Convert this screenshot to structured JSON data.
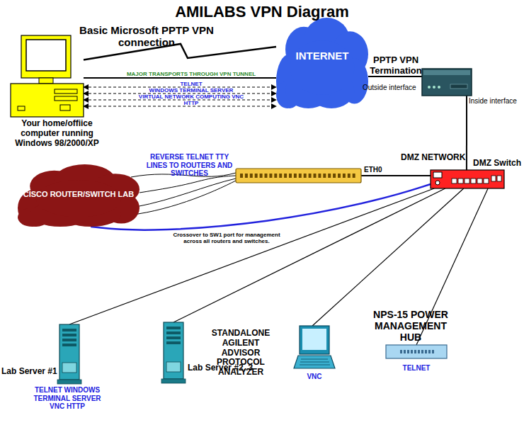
{
  "diagram": {
    "title": "AMILABS VPN Diagram",
    "nodes": [
      {
        "text": [
          "Basic Microsoft PPTP VPN connection",
          "Your home/offiice computer running Windows 98/2000/XP"
        ]
      },
      {
        "text": [
          "INTERNET"
        ]
      },
      {
        "text": [
          "PPTP VPN Termination"
        ]
      },
      {
        "text": [
          "DMZ Switch"
        ]
      },
      {
        "text": [
          "ETH0"
        ]
      },
      {
        "text": [
          "CISCO ROUTER/SWITCH LAB"
        ]
      },
      {
        "text": [
          "Lab Server #1",
          "TELNET WINDOWS TERMINAL SERVER VNC HTTP"
        ]
      },
      {
        "text": [
          "Lab Server #2..3"
        ]
      },
      {
        "text": [
          "STANDALONE AGILENT ADVISOR PROTOCOL ANALYZER",
          "VNC"
        ]
      },
      {
        "text": [
          "NPS-15 POWER MANAGEMENT HUB",
          "TELNET"
        ]
      }
    ],
    "edges": [
      {
        "from": 0,
        "to": 1,
        "arrow": "none"
      },
      {
        "from": 0,
        "to": 1,
        "label": "MAJOR TRANSPORTS THROUGH VPN TUNNEL",
        "arrow": "none"
      },
      {
        "from": 0,
        "to": 1,
        "label": "TELNET",
        "arrow": "both"
      },
      {
        "from": 0,
        "to": 1,
        "label": "WINDOWS TERMINAL SERVER",
        "arrow": "both"
      },
      {
        "from": 0,
        "to": 1,
        "label": "VIRTUAL NETWORK COMPUTING VNC",
        "arrow": "both"
      },
      {
        "from": 0,
        "to": 1,
        "label": "HTTP",
        "arrow": "both"
      },
      {
        "from": 1,
        "to": 2,
        "arrow": "none"
      },
      {
        "from": 2,
        "to": 3,
        "arrow": "none"
      },
      {
        "from": 4,
        "to": 3,
        "arrow": "none"
      },
      {
        "from": 5,
        "to": 4,
        "label": "REVERSE TELNET TTY LINES TO ROUTERS AND SWITCHES",
        "arrow": "none"
      },
      {
        "from": 5,
        "to": 3,
        "label": "Crossover to SW1 port for management across all routers and switches.",
        "arrow": "none"
      },
      {
        "from": 3,
        "to": 6,
        "arrow": "none"
      },
      {
        "from": 3,
        "to": 7,
        "arrow": "none"
      },
      {
        "from": 3,
        "to": 8,
        "arrow": "none"
      },
      {
        "from": 3,
        "to": 9,
        "arrow": "none"
      }
    ],
    "labels": [
      "Outside interface",
      "Inside interface",
      "DMZ NETWORK"
    ]
  }
}
